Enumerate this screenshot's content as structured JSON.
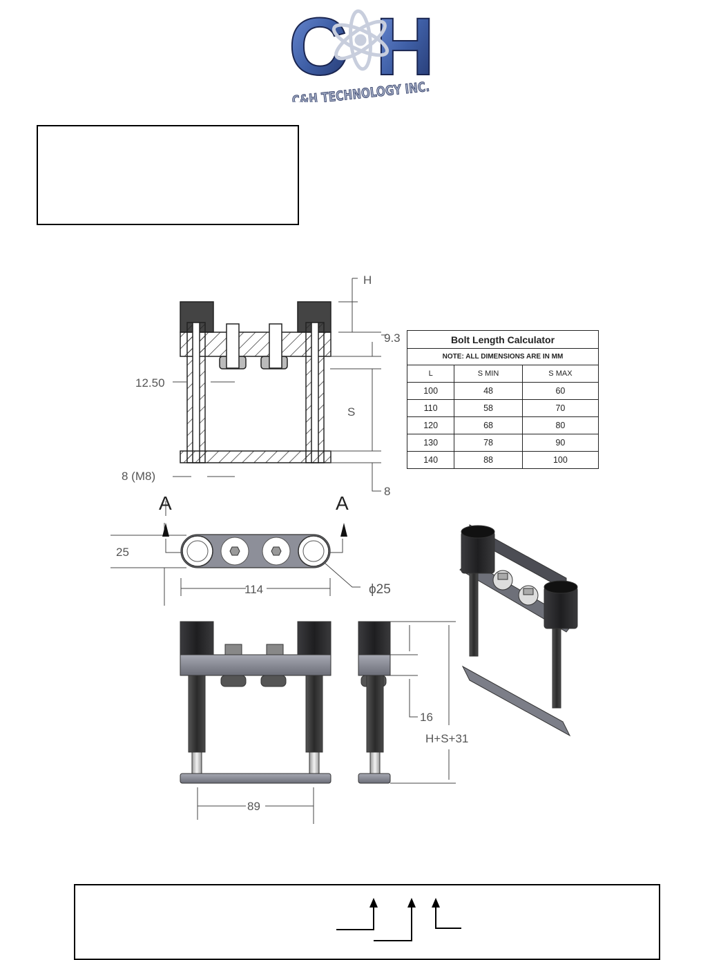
{
  "logo": {
    "letters": [
      "C",
      "H"
    ],
    "company_name": "C&H TECHNOLOGY INC."
  },
  "drawing": {
    "dimensions": {
      "h": "H",
      "top_thickness": "9.3",
      "rod_diameter": "12.50",
      "spacing": "S",
      "thread": "8 (M8)",
      "base_thickness": "8",
      "section_left": "A",
      "section_right": "A",
      "width": "25",
      "length": "114",
      "bore_diameter": "ϕ25",
      "insulator_height": "16",
      "overall_height": "H+S+31",
      "rod_spacing": "89"
    }
  },
  "bolt_table": {
    "title": "Bolt Length Calculator",
    "note": "NOTE: ALL DIMENSIONS ARE IN MM",
    "headers": [
      "L",
      "S MIN",
      "S MAX"
    ],
    "rows": [
      [
        "100",
        "48",
        "60"
      ],
      [
        "110",
        "58",
        "70"
      ],
      [
        "120",
        "68",
        "80"
      ],
      [
        "130",
        "78",
        "90"
      ],
      [
        "140",
        "88",
        "100"
      ]
    ]
  },
  "colors": {
    "steel": "#8d8f99",
    "steel_dark": "#5b5d66",
    "rubber": "#2e2e30",
    "logo_blue": "#3f5fa6"
  }
}
